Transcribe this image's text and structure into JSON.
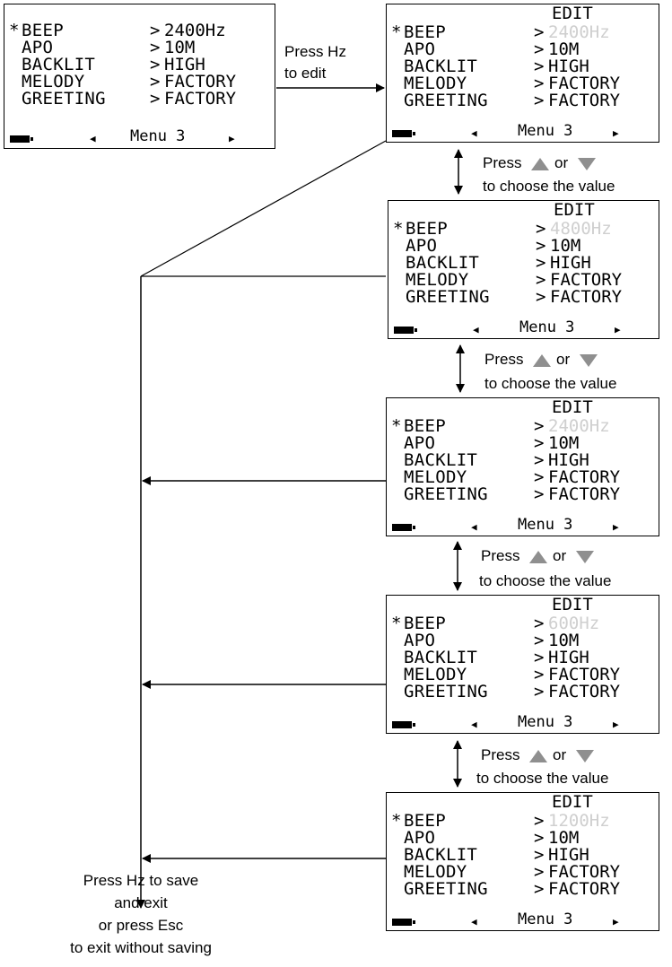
{
  "menu_labels": [
    "BEEP",
    "APO",
    "BACKLIT",
    "MELODY",
    "GREETING"
  ],
  "menu_values": [
    "2400Hz",
    "10M",
    "HIGH",
    "FACTORY",
    "FACTORY"
  ],
  "selector": "*",
  "separator": ">",
  "edit_label": "EDIT",
  "page_label": "Menu 3",
  "left_arrow": "◀",
  "right_arrow": "▶",
  "edit_values": [
    "2400Hz",
    "4800Hz",
    "2400Hz",
    "600Hz",
    "1200Hz"
  ],
  "captions": {
    "press_hz_edit": "Press Hz\nto edit",
    "choose_line1": "Press",
    "choose_or": "or",
    "choose_line2": "to choose the value",
    "save_exit": "Press Hz to save\nand exit\nor press Esc\nto exit without saving"
  }
}
